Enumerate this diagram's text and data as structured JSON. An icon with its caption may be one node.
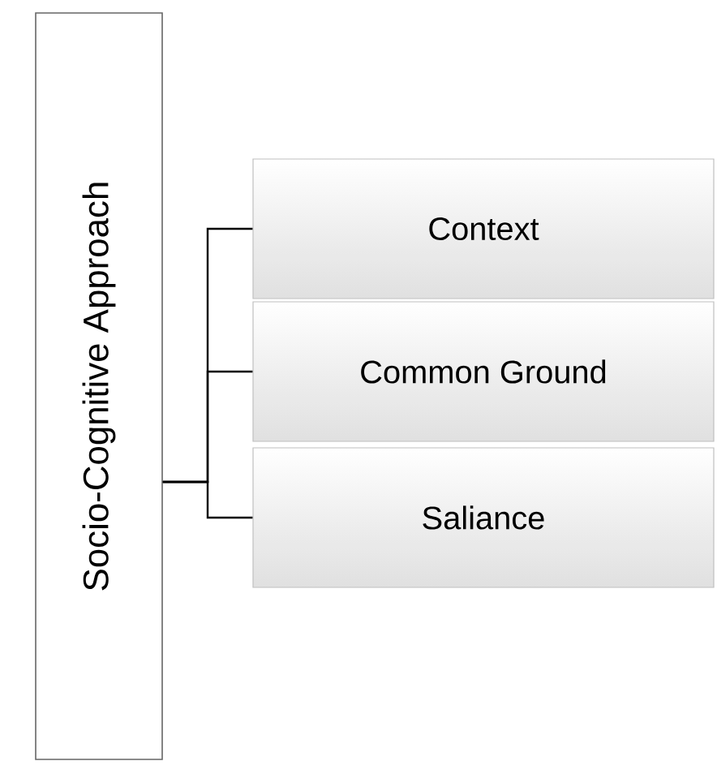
{
  "diagram": {
    "nodes": [
      {
        "text": [
          "Socio-Cognitive Approach"
        ]
      },
      {
        "text": [
          "Context"
        ]
      },
      {
        "text": [
          "Common Ground"
        ]
      },
      {
        "text": [
          "Saliance"
        ]
      }
    ],
    "edges": [
      {
        "from": 0,
        "to": 1,
        "arrow": "none"
      },
      {
        "from": 0,
        "to": 2,
        "arrow": "none"
      },
      {
        "from": 0,
        "to": 3,
        "arrow": "none"
      }
    ]
  }
}
